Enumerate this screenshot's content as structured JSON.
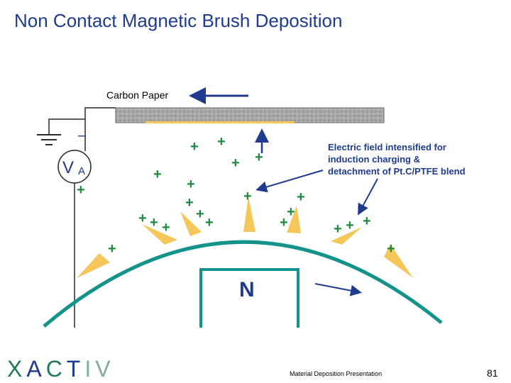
{
  "title": "Non Contact Magnetic Brush Deposition",
  "labels": {
    "carbon_paper": "Carbon Paper",
    "voltage": "V",
    "voltage_subscript": "A",
    "minus_sign": "–",
    "plus_sign": "+",
    "annotation": [
      "Electric field intensified for",
      "induction charging &",
      "detachment of Pt.C/PTFE blend"
    ],
    "magnet_pole": "N"
  },
  "footer": {
    "presentation": "Material Deposition Presentation",
    "page_number": "81"
  },
  "logo": {
    "text": "XACTIV"
  },
  "colors": {
    "title": "#1f3b8f",
    "drum": "#14938a",
    "arrow": "#1f3b8f",
    "particle": "#f5c75a",
    "plus": "#1e8a3e",
    "paper": "#9a9a9a"
  }
}
